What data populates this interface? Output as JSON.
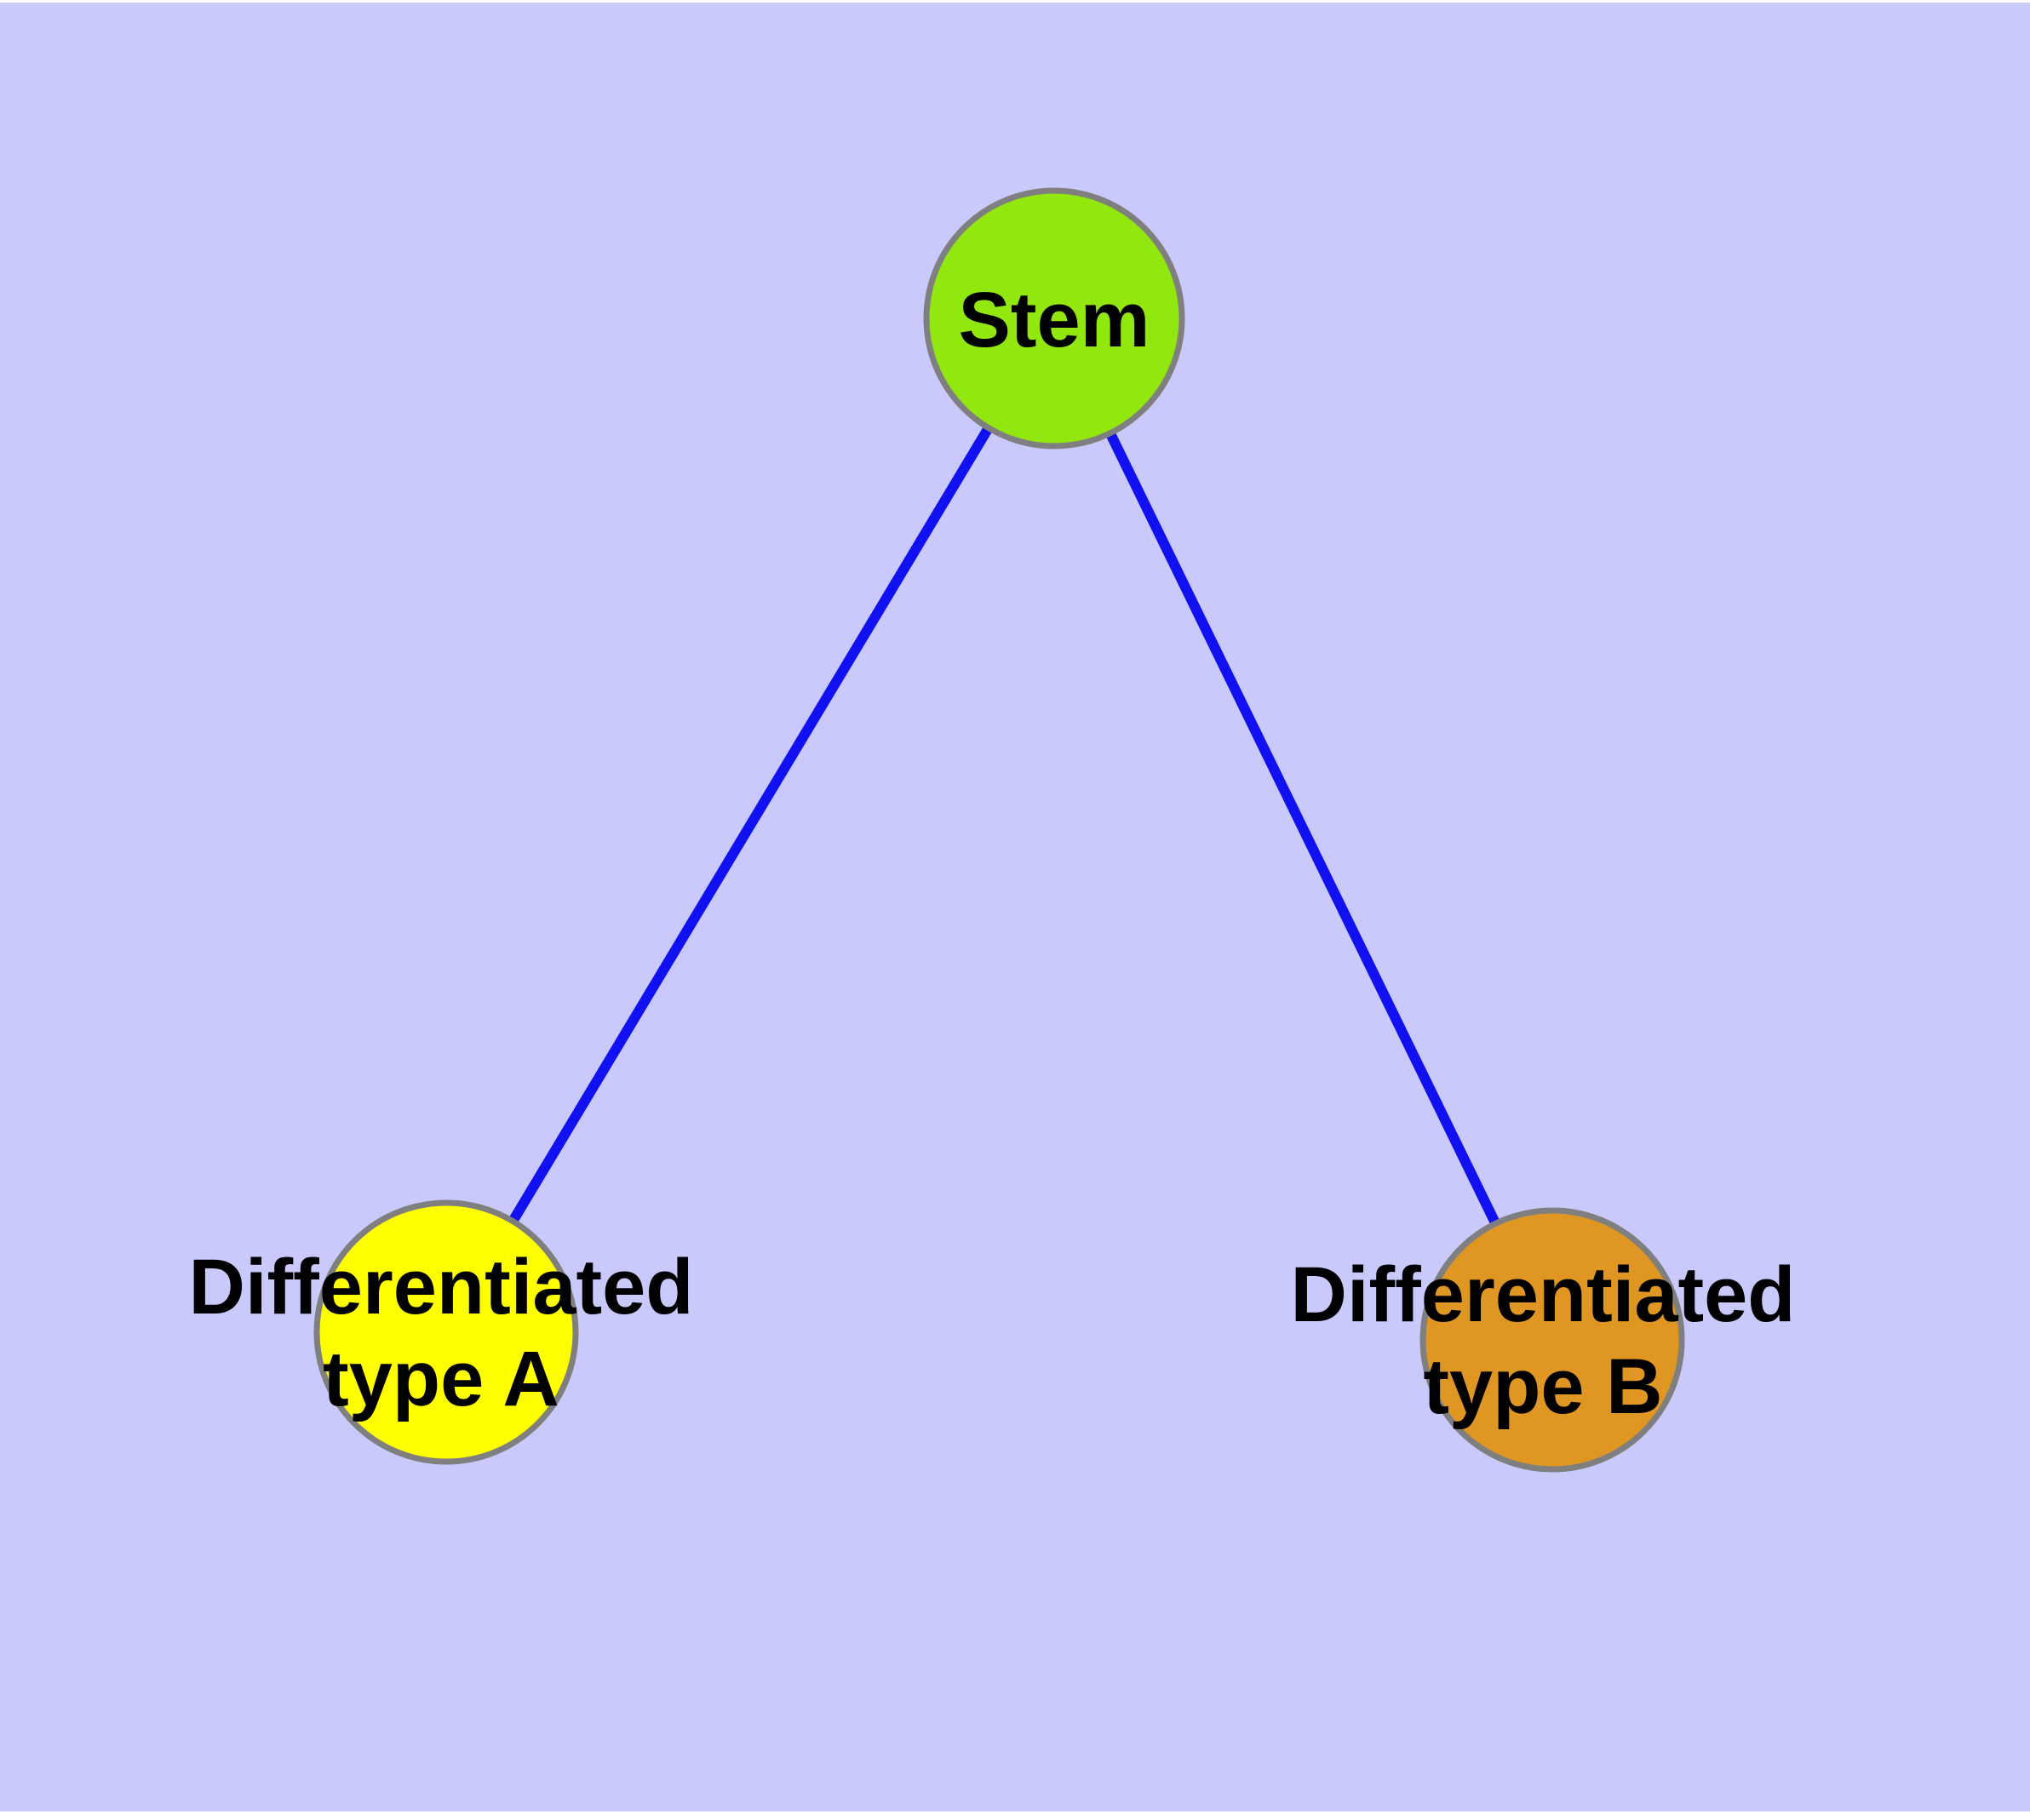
{
  "canvas": {
    "background_color": "#C9C9FB",
    "page_margin_color": "#FFFFFF"
  },
  "style": {
    "edge_color": "#1010F0",
    "node_border_color": "#7F7F7F",
    "label_color": "#000000"
  },
  "nodes": {
    "stem": {
      "label": "Stem",
      "fill": "#92E70F"
    },
    "type_a": {
      "line1": "Differentiated",
      "line2": "type A",
      "fill": "#FFFF00"
    },
    "type_b": {
      "line1": "Differentiated",
      "line2": "type B",
      "fill": "#E09623"
    }
  },
  "edges": [
    {
      "from": "stem",
      "to": "type_a"
    },
    {
      "from": "stem",
      "to": "type_b"
    }
  ]
}
